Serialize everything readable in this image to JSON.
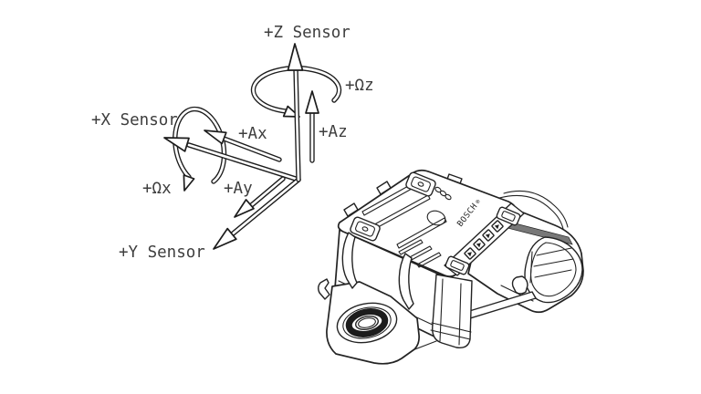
{
  "figure": {
    "background": "#ffffff",
    "line_color": "#1c1c1c",
    "label_color": "#3e3e3e"
  },
  "labels": {
    "z_sensor": "+Z Sensor",
    "omega_z": "+Ωz",
    "x_sensor": "+X Sensor",
    "accel_x": "+Ax",
    "accel_z": "+Az",
    "omega_x": "+Ωx",
    "accel_y": "+Ay",
    "y_sensor": "+Y Sensor"
  },
  "device": {
    "brand": "BOSCH",
    "registered_mark": "®"
  }
}
